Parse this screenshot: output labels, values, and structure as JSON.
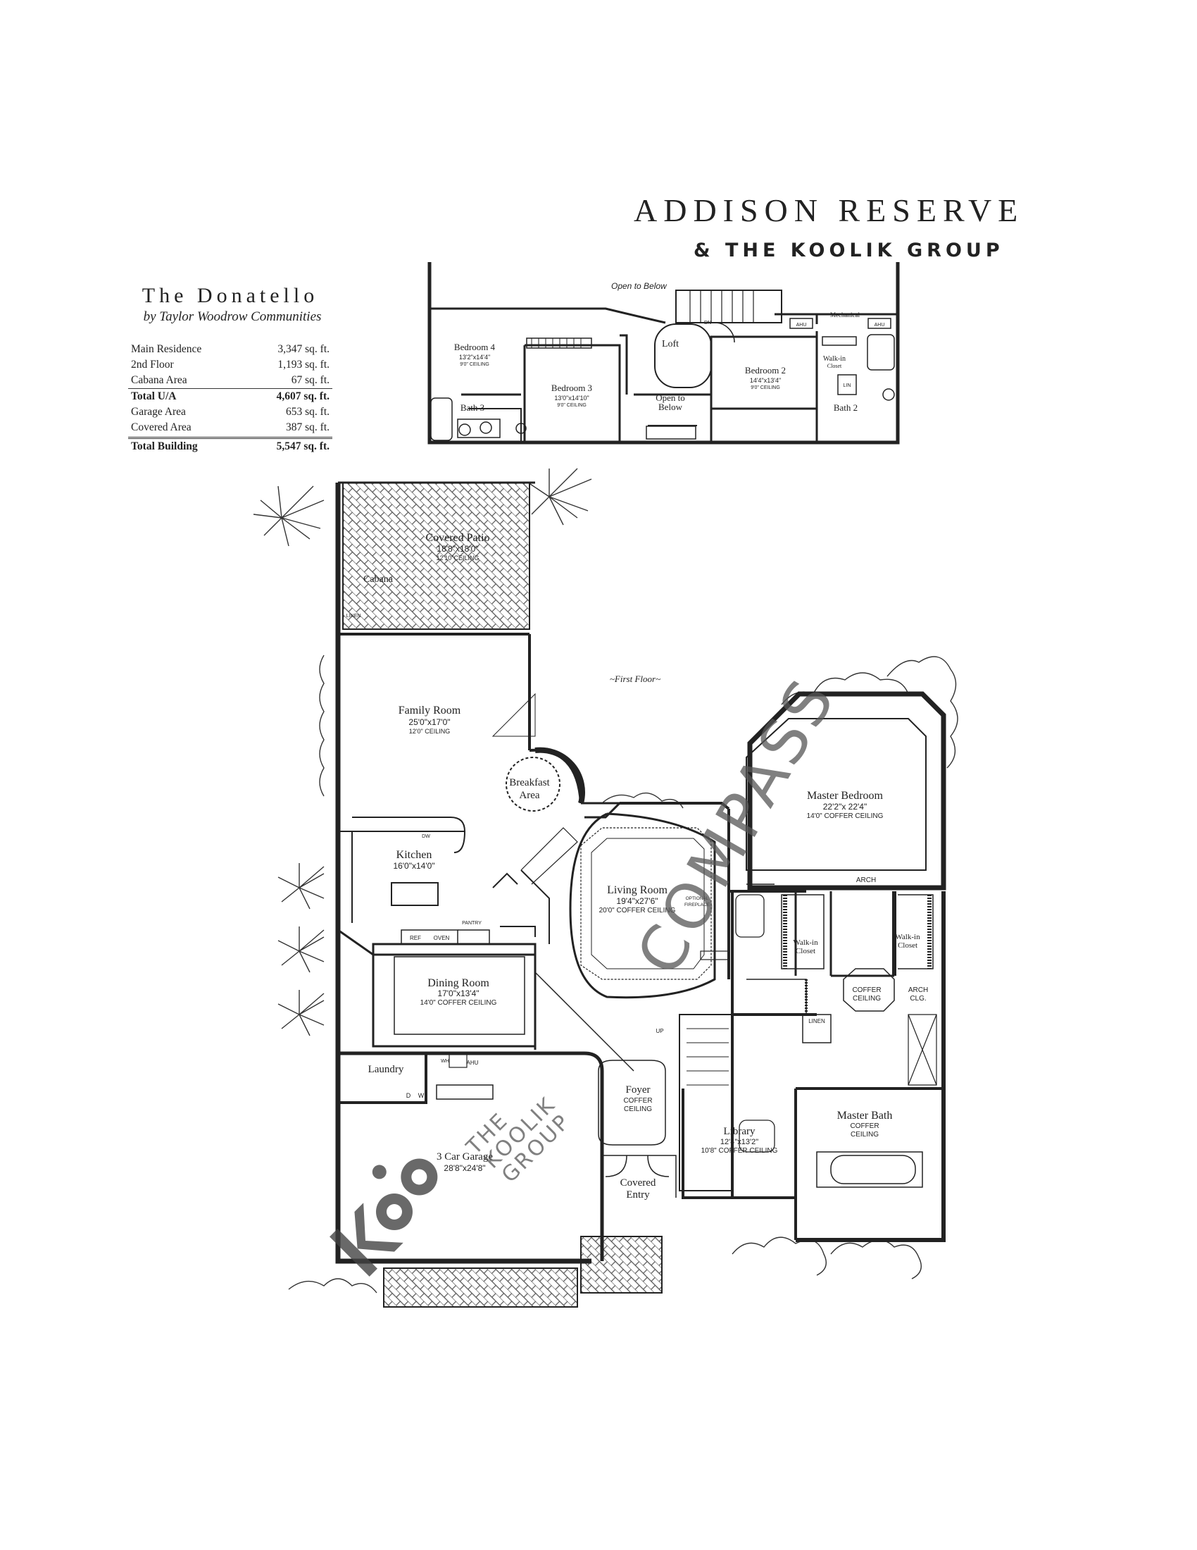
{
  "header": {
    "title": "ADDISON RESERVE",
    "subtitle": "& THE KOOLIK GROUP"
  },
  "model": {
    "name": "The Donatello",
    "builder": "by Taylor Woodrow Communities",
    "areas": [
      {
        "label": "Main Residence",
        "value": "3,347 sq. ft."
      },
      {
        "label": "2nd Floor",
        "value": "1,193 sq. ft."
      },
      {
        "label": "Cabana Area",
        "value": "67 sq. ft."
      },
      {
        "label": "Total U/A",
        "value": "4,607 sq. ft."
      },
      {
        "label": "Garage Area",
        "value": "653 sq. ft."
      },
      {
        "label": "Covered Area",
        "value": "387 sq. ft."
      },
      {
        "label": "Total Building",
        "value": "5,547 sq. ft."
      }
    ]
  },
  "second_floor": {
    "open_to_below_top": "Open to Below",
    "bedroom4": {
      "name": "Bedroom 4",
      "dims": "13'2\"x14'4\"",
      "ceiling": "9'0\" CEILING"
    },
    "bedroom3": {
      "name": "Bedroom 3",
      "dims": "13'0\"x14'10\"",
      "ceiling": "9'0\" CEILING"
    },
    "bedroom2": {
      "name": "Bedroom 2",
      "dims": "14'4\"x13'4\"",
      "ceiling": "9'0\" CEILING"
    },
    "loft": "Loft",
    "open_to_below_1": "Open to",
    "open_to_below_2": "Below",
    "bath3": "Bath 3",
    "bath2": "Bath 2",
    "walkin_1": "Walk-in",
    "walkin_2": "Closet",
    "mechanical": "Mechanical",
    "ahu": "AHU",
    "dn": "DN",
    "lin": "LIN"
  },
  "first_floor": {
    "floor_label": "~First Floor~",
    "covered_patio": {
      "name": "Covered Patio",
      "dims": "18'8\"x18'0\"",
      "ceiling": "12'10\"CEILING"
    },
    "cabana": "Cabana",
    "linen": "LINEN",
    "family_room": {
      "name": "Family Room",
      "dims": "25'0\"x17'0\"",
      "ceiling": "12'0\" CEILING"
    },
    "breakfast_1": "Breakfast",
    "breakfast_2": "Area",
    "kitchen": {
      "name": "Kitchen",
      "dims": "16'0\"x14'0\""
    },
    "dw": "DW",
    "ref": "REF",
    "oven": "OVEN",
    "pantry": "PANTRY",
    "living_room": {
      "name": "Living Room",
      "dims": "19'4\"x27'6\"",
      "ceiling": "20'0\" COFFER CEILING"
    },
    "optional_1": "OPTIONAL",
    "optional_2": "FIREPLACE",
    "dining_room": {
      "name": "Dining Room",
      "dims": "17'0\"x13'4\"",
      "ceiling": "14'0\" COFFER CEILING"
    },
    "master_bedroom": {
      "name": "Master Bedroom",
      "dims": "22'2\"x 22'4\"",
      "ceiling": "14'0\" COFFER CEILING"
    },
    "arch": "ARCH",
    "walkin_left_1": "Walk-in",
    "walkin_left_2": "Closet",
    "walkin_right_1": "Walk-in",
    "walkin_right_2": "Closet",
    "coffer_1": "COFFER",
    "coffer_2": "CEILING",
    "arch_clg_1": "ARCH",
    "arch_clg_2": "CLG.",
    "linen2": "LINEN",
    "master_bath": {
      "name": "Master Bath",
      "l2": "COFFER",
      "l3": "CEILING"
    },
    "laundry": "Laundry",
    "wh": "WH",
    "ahu": "AHU",
    "up": "UP",
    "d": "D",
    "w": "W",
    "foyer": {
      "name": "Foyer",
      "l2": "COFFER",
      "l3": "CEILING"
    },
    "library": {
      "name": "Library",
      "dims": "12'4\"x13'2\"",
      "ceiling": "10'8\" COFFER CEILING"
    },
    "garage": {
      "name": "3 Car Garage",
      "dims": "28'8\"x24'8\""
    },
    "covered_entry_1": "Covered",
    "covered_entry_2": "Entry"
  },
  "watermarks": {
    "compass": "COMPASS",
    "koolik_1": "THE",
    "koolik_2": "KOOLIK",
    "koolik_3": "GROUP"
  },
  "colors": {
    "ink": "#222222",
    "watermark": "#555555"
  }
}
